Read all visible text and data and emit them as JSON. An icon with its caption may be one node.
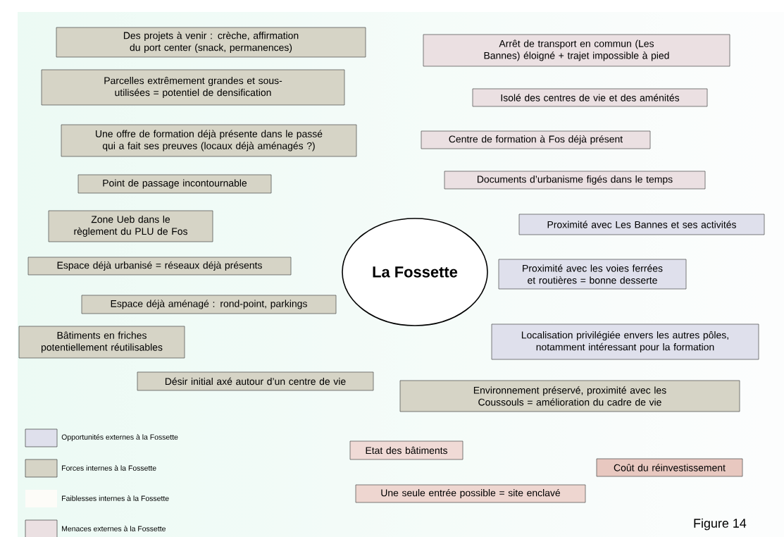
{
  "diagram": {
    "caption": "Figure 14",
    "nodes": [
      {
        "text": [
          "La Fossette"
        ]
      },
      {
        "text": [
          "Des projets à venir : crèche, affirmation du port center (snack, permanences)"
        ]
      },
      {
        "text": [
          "Parcelles extrêmement grandes et sous-utilisées = potentiel de densification"
        ]
      },
      {
        "text": [
          "Une offre de formation déjà présente dans le passé qui a fait ses preuves (locaux déjà aménagés ?)"
        ]
      },
      {
        "text": [
          "Point de passage incontournable"
        ]
      },
      {
        "text": [
          "Zone Ueb dans le règlement du PLU de Fos"
        ]
      },
      {
        "text": [
          "Espace déjà urbanisé = réseaux déjà présents"
        ]
      },
      {
        "text": [
          "Espace déjà aménagé : rond-point, parkings"
        ]
      },
      {
        "text": [
          "Bâtiments en friches potentiellement réutilisables"
        ]
      },
      {
        "text": [
          "Désir initial axé autour d’un centre de vie"
        ]
      },
      {
        "text": [
          "Arrêt de transport en commun (Les Bannes) éloigné + trajet impossible à pied"
        ]
      },
      {
        "text": [
          "Isolé des centres de vie et des aménités"
        ]
      },
      {
        "text": [
          "Centre de formation à Fos déjà présent"
        ]
      },
      {
        "text": [
          "Documents d’urbanisme figés dans le temps"
        ]
      },
      {
        "text": [
          "Proximité avec Les Bannes et ses activités"
        ]
      },
      {
        "text": [
          "Proximité avec les voies ferrées et routières = bonne desserte"
        ]
      },
      {
        "text": [
          "Localisation privilégiée envers les autres pôles, notamment intéressant pour la formation"
        ]
      },
      {
        "text": [
          "Environnement préservé, proximité avec les Coussouls = amélioration du cadre de vie"
        ]
      },
      {
        "text": [
          "Etat des bâtiments"
        ]
      },
      {
        "text": [
          "Coût du réinvestissement"
        ]
      },
      {
        "text": [
          "Une seule entrée possible = site enclavé"
        ]
      }
    ],
    "legend": [
      {
        "text": "Opportunités externes à la Fossette",
        "color": "#dfe0ec"
      },
      {
        "text": "Forces internes à la Fossette",
        "color": "#d6d4c6"
      },
      {
        "text": "Faiblesses internes à la Fossette",
        "color": "#fdfcf8"
      },
      {
        "text": "Menaces externes à la Fossette",
        "color": "#ebe0e2"
      }
    ]
  }
}
